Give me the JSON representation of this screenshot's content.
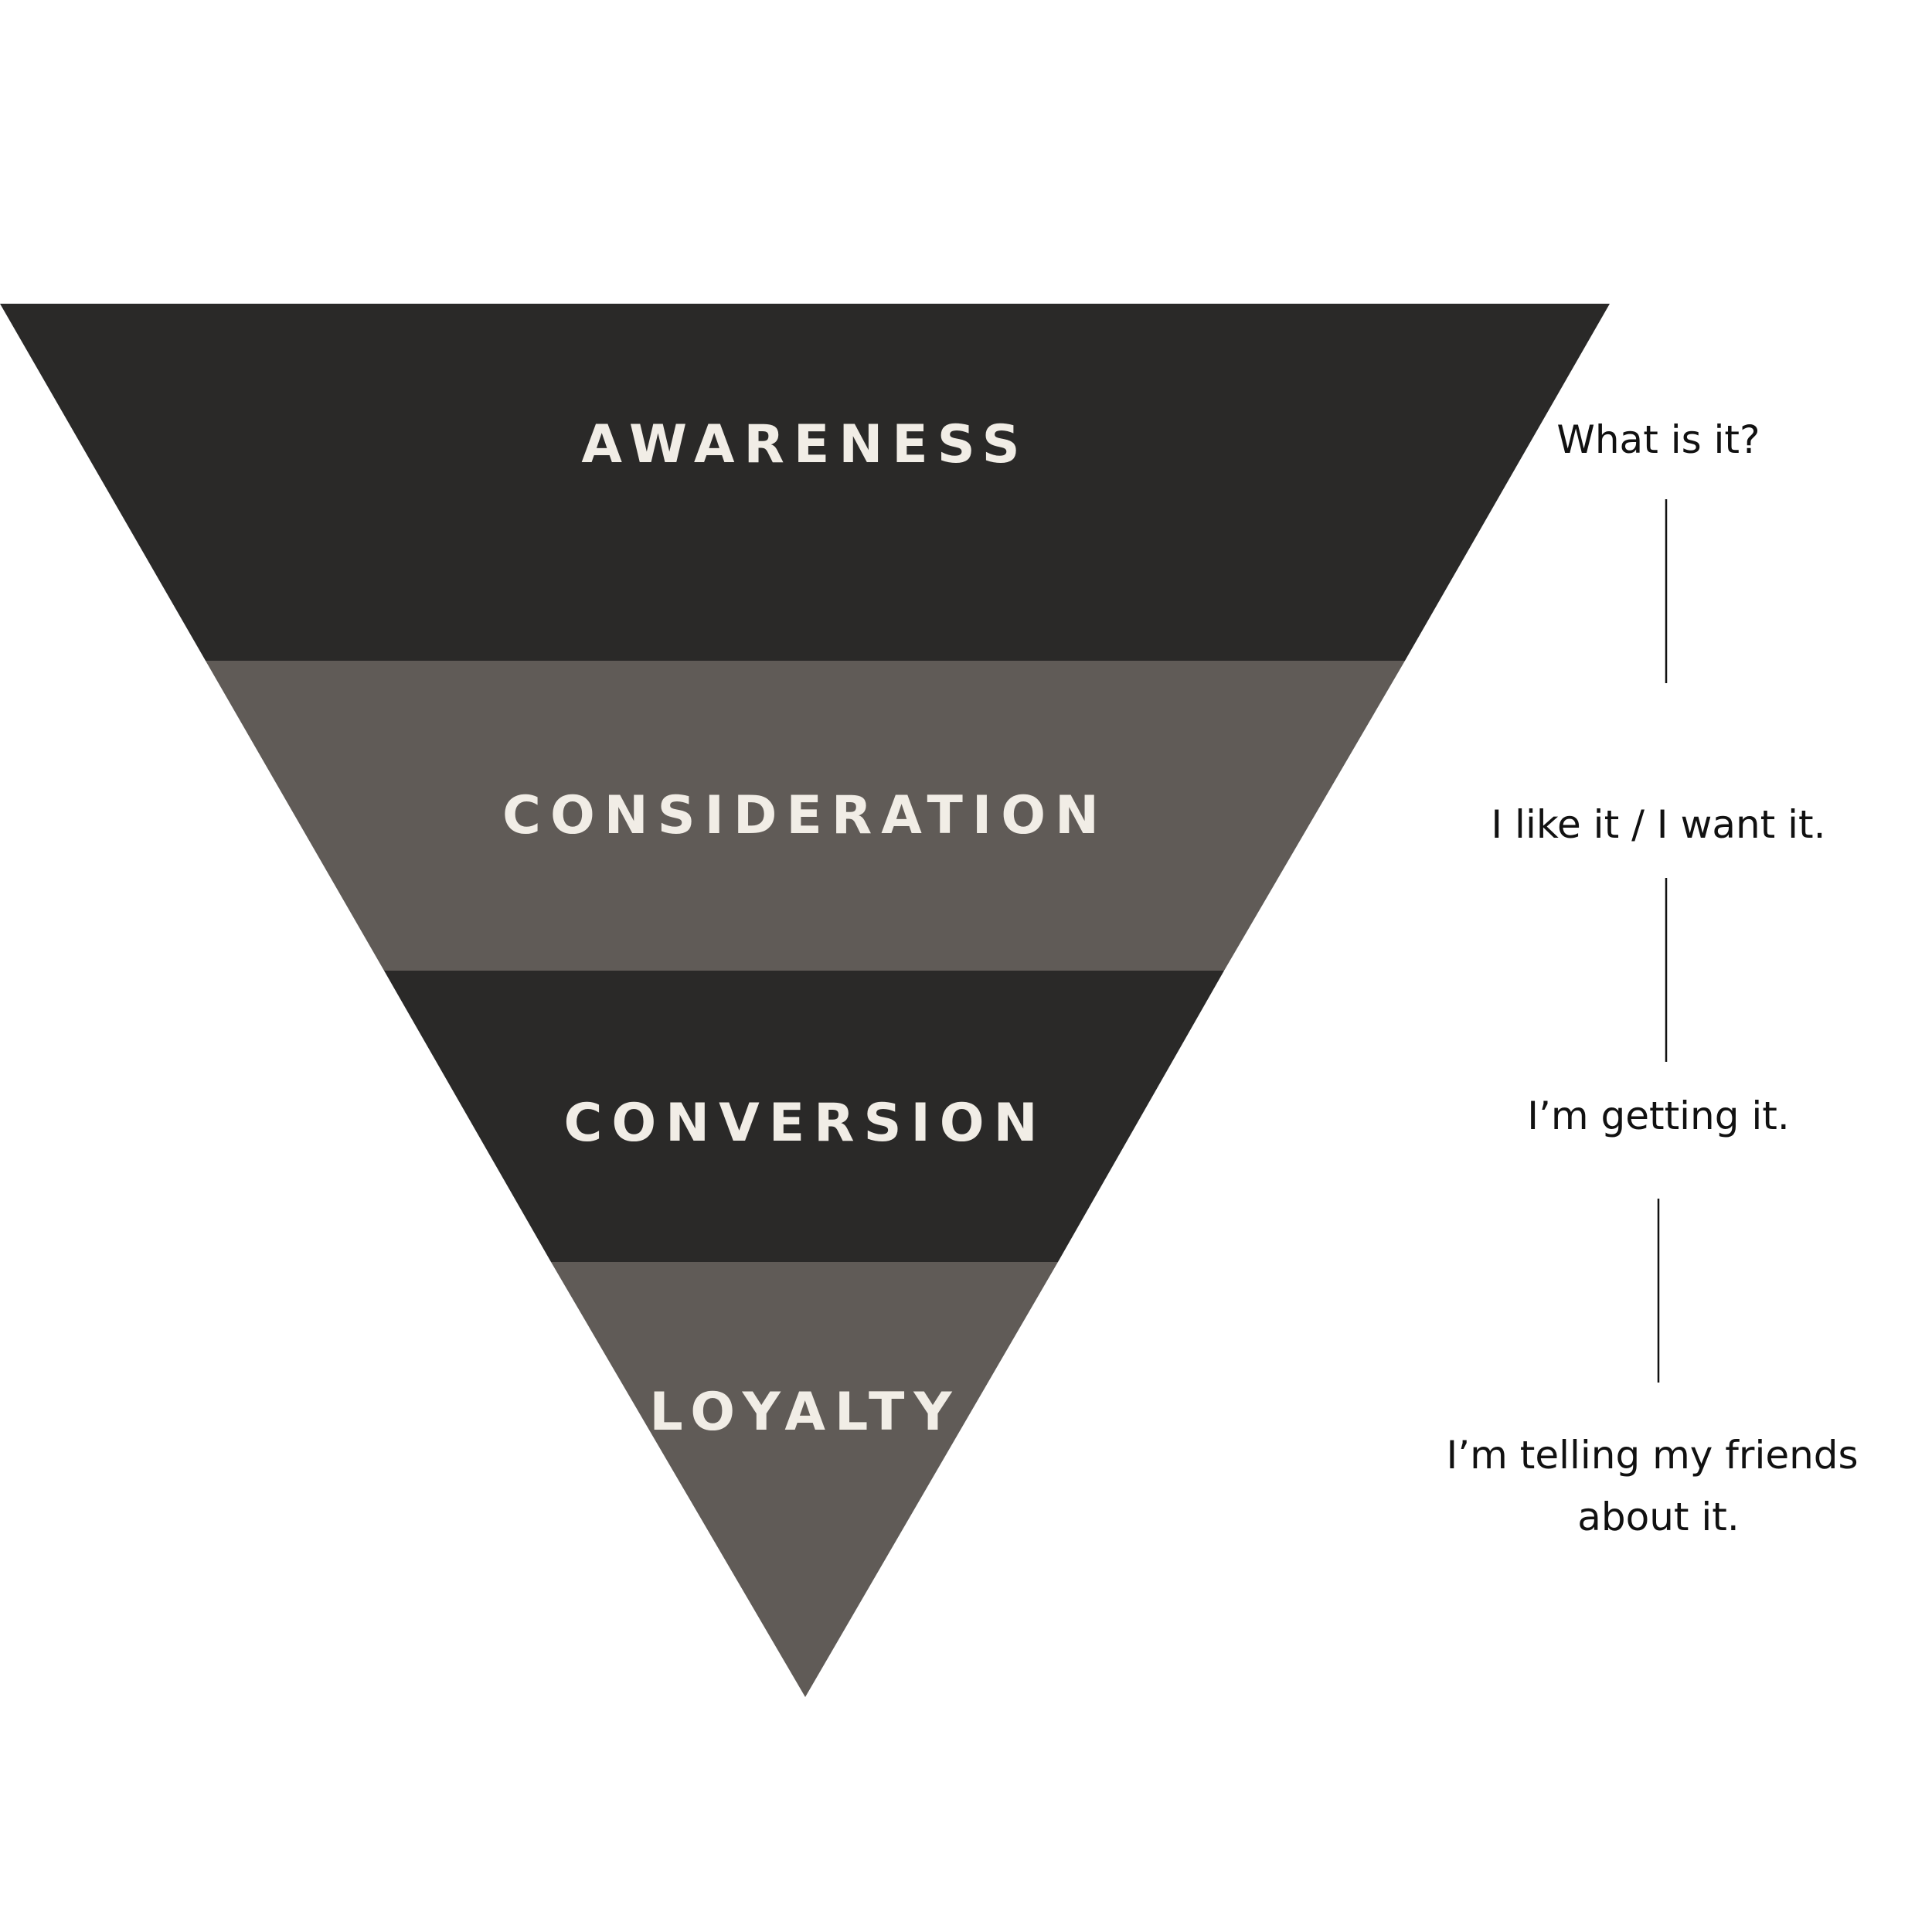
{
  "funnel": {
    "colors": {
      "dark": "#2a2928",
      "gray": "#605b57",
      "label": "#f1ede6",
      "side_text": "#111111",
      "connector": "#111111",
      "background": "#ffffff"
    },
    "stages": [
      {
        "label": "AWARENESS",
        "shade": "dark"
      },
      {
        "label": "CONSIDERATION",
        "shade": "gray"
      },
      {
        "label": "CONVERSION",
        "shade": "dark"
      },
      {
        "label": "LOYALTY",
        "shade": "gray"
      }
    ],
    "captions": [
      {
        "lines": [
          "What is it?"
        ]
      },
      {
        "lines": [
          "I like it / I want it."
        ]
      },
      {
        "lines": [
          "I’m getting it."
        ]
      },
      {
        "lines": [
          "I’m telling  my friends",
          "about it."
        ]
      }
    ]
  }
}
